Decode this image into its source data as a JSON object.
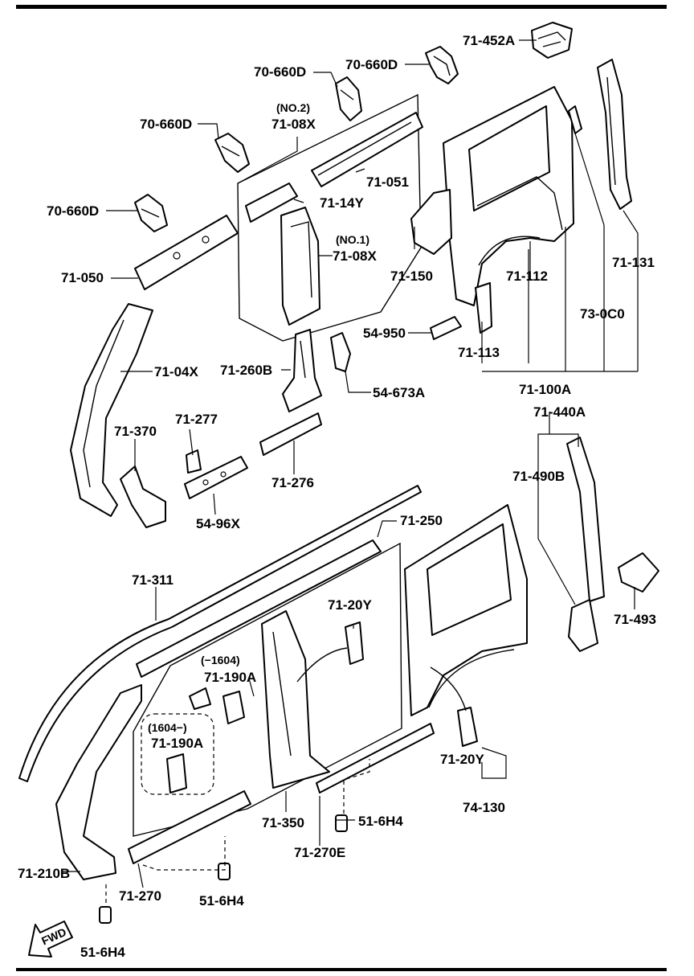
{
  "diagram": {
    "border_color": "#000000",
    "labels": {
      "p71_452A": "71-452A",
      "p70_660D_a": "70-660D",
      "p70_660D_b": "70-660D",
      "p70_660D_c": "70-660D",
      "p70_660D_d": "70-660D",
      "no2": "(NO.2)",
      "p71_08X_top": "71-08X",
      "p71_051": "71-051",
      "p71_14Y": "71-14Y",
      "no1": "(NO.1)",
      "p71_08X_mid": "71-08X",
      "p71_050": "71-050",
      "p71_150": "71-150",
      "p71_112": "71-112",
      "p71_131": "71-131",
      "p73_0C0": "73-0C0",
      "p54_950": "54-950",
      "p71_113": "71-113",
      "p71_100A": "71-100A",
      "p71_04X": "71-04X",
      "p71_260B": "71-260B",
      "p54_673A": "54-673A",
      "p71_277": "71-277",
      "p71_370": "71-370",
      "p71_276": "71-276",
      "p54_96X": "54-96X",
      "p71_440A": "71-440A",
      "p71_490B": "71-490B",
      "p71_250": "71-250",
      "p71_311": "71-311",
      "p71_20Y_top": "71-20Y",
      "range_upto": "(−1604)",
      "p71_190A_top": "71-190A",
      "range_from": "(1604−)",
      "p71_190A_box": "71-190A",
      "p71_493": "71-493",
      "p71_20Y_bot": "71-20Y",
      "p74_130": "74-130",
      "p51_6H4_right": "51-6H4",
      "p71_350": "71-350",
      "p71_270E": "71-270E",
      "p71_210B": "71-210B",
      "p71_270": "71-270",
      "p51_6H4_mid": "51-6H4",
      "p51_6H4_left": "51-6H4",
      "fwd": "FWD"
    }
  }
}
